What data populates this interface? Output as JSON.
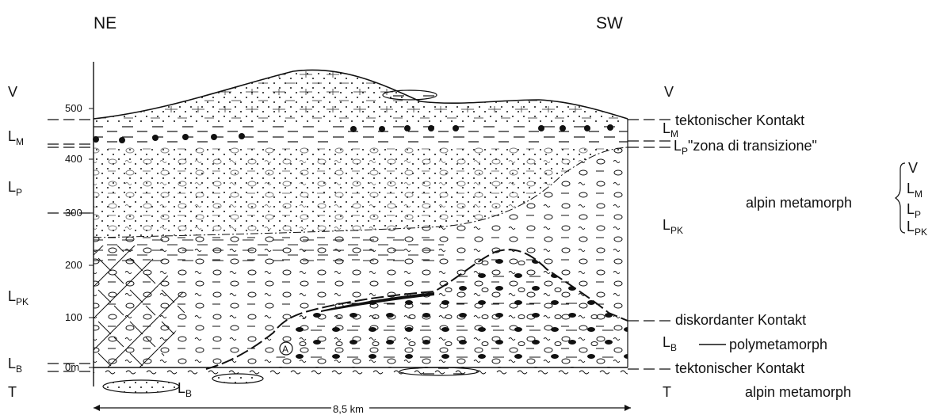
{
  "orientation": {
    "left": "NE",
    "right": "SW"
  },
  "left_units": [
    {
      "id": "V",
      "main": "V",
      "sub": ""
    },
    {
      "id": "LM",
      "main": "L",
      "sub": "M"
    },
    {
      "id": "LP",
      "main": "L",
      "sub": "P"
    },
    {
      "id": "LPK",
      "main": "L",
      "sub": "PK"
    },
    {
      "id": "LB",
      "main": "L",
      "sub": "B"
    },
    {
      "id": "T",
      "main": "T",
      "sub": ""
    }
  ],
  "y_axis": {
    "ticks": [
      "500",
      "400",
      "300",
      "200",
      "100",
      "0m"
    ]
  },
  "right_units": [
    {
      "id": "V",
      "main": "V",
      "sub": ""
    },
    {
      "id": "LM",
      "main": "L",
      "sub": "M"
    },
    {
      "id": "LP",
      "main": "L",
      "sub": "P",
      "note": "\"zona di transizione\""
    },
    {
      "id": "LPK",
      "main": "L",
      "sub": "PK"
    },
    {
      "id": "LB",
      "main": "L",
      "sub": "B"
    },
    {
      "id": "T",
      "main": "T",
      "sub": ""
    }
  ],
  "contacts": {
    "top": "tektonischer Kontakt",
    "discordant": "diskordanter Kontakt",
    "bottom": "tektonischer Kontakt"
  },
  "metamorphism": {
    "alpine": "alpin metamorph",
    "poly": "polymetamorph",
    "alpine_bottom": "alpin metamorph",
    "bracket_items": [
      {
        "main": "V",
        "sub": ""
      },
      {
        "main": "L",
        "sub": "M"
      },
      {
        "main": "L",
        "sub": "P"
      },
      {
        "main": "L",
        "sub": "PK"
      }
    ]
  },
  "marker": "A",
  "lens_label": {
    "main": "L",
    "sub": "B"
  },
  "scale": "8,5 km"
}
